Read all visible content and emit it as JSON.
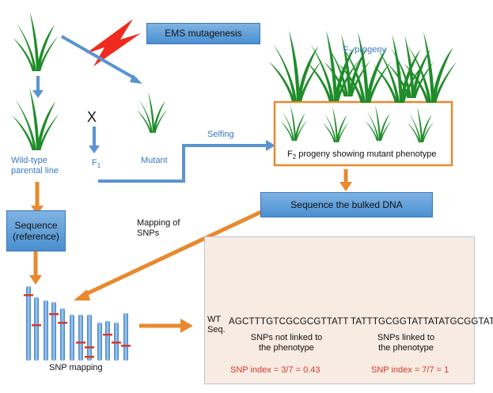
{
  "boxes": {
    "ems": "EMS mutagenesis",
    "sequence_ref": "Sequence\n(reference)",
    "bulked": "Sequence the bulked DNA"
  },
  "labels": {
    "wild_type": "Wild-type\nparental line",
    "cross": "X",
    "f1_base": "F",
    "f1_sub": "1",
    "mutant": "Mutant",
    "selfing": "Selfing",
    "f2_progeny_base": "F",
    "f2_progeny_sub": "2",
    "f2_progeny_rest": " progeny",
    "f2_mutant_base": "F",
    "f2_mutant_sub": "2",
    "f2_mutant_rest": " progeny showing mutant phenotype",
    "mapping_snps": "Mapping of\nSNPs",
    "snp_mapping": "SNP mapping"
  },
  "panel": {
    "wt_label": "WT\nSeq.",
    "left_seq": "AGCTTTGTCGCGCGTTATT",
    "right_seq": "TATTTGCGGTATTATATGCGGTAT",
    "left_caption": "SNPs not linked to\nthe phenotype",
    "right_caption": "SNPs linked to\nthe phenotype",
    "left_index": "SNP index = 3/7 = 0.43",
    "right_index": "SNP index = 7/7 = 1",
    "left_letters": [
      "C",
      "G",
      "C",
      "G",
      "C",
      "C",
      "G"
    ],
    "right_letters": [
      "G",
      "G",
      "G",
      "G",
      "G",
      "G",
      "G"
    ]
  },
  "colors": {
    "plant_green": "#1f8c2a",
    "arrow_blue": "#5b93d0",
    "arrow_orange": "#e8892e",
    "snp_red": "#d43a2a",
    "snp_blue": "#4a6fc0",
    "chromosome_blue": "#6aa6dc"
  }
}
